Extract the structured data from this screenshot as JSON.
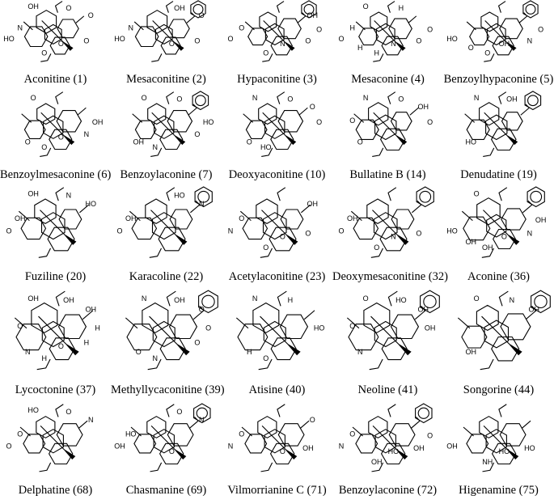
{
  "compounds": [
    {
      "label": "Aconitine (1)",
      "atoms": [
        "OH",
        "O",
        "O",
        "N",
        "HO",
        "O",
        "O",
        "O"
      ]
    },
    {
      "label": "Mesaconitine (2)",
      "atoms": [
        "OH",
        "O",
        "N",
        "HO",
        "O",
        "O"
      ]
    },
    {
      "label": "Hypaconitine (3)",
      "atoms": [
        "OH",
        "O",
        "O",
        "N",
        "O",
        "O",
        "O"
      ]
    },
    {
      "label": "Mesaconine (4)",
      "atoms": [
        "H",
        "O",
        "N",
        "O",
        "H",
        "O",
        "H",
        "O",
        "H"
      ]
    },
    {
      "label": "Benzoylhypaconine (5)",
      "atoms": [
        "HO",
        "OH",
        "N",
        "O",
        "O",
        "O"
      ]
    },
    {
      "label": "Benzoylmesaconine (6)",
      "atoms": [
        "O",
        "N",
        "O",
        "OH",
        "O",
        "O"
      ]
    },
    {
      "label": "Benzoylaconine (7)",
      "atoms": [
        "O",
        "N",
        "HO",
        "OH",
        "O",
        "O"
      ]
    },
    {
      "label": "Deoxyaconitine (10)",
      "atoms": [
        "HO",
        "O",
        "O",
        "N",
        "O",
        "O"
      ]
    },
    {
      "label": "Bullatine B (14)",
      "atoms": [
        "O",
        "O",
        "N",
        "O",
        "OH",
        "O"
      ]
    },
    {
      "label": "Denudatine (19)",
      "atoms": [
        "HO",
        "N",
        "OH"
      ]
    },
    {
      "label": "Fuziline (20)",
      "atoms": [
        "OH",
        "N",
        "HO",
        "OH",
        "O"
      ]
    },
    {
      "label": "Karacoline (22)",
      "atoms": [
        "HO",
        "N",
        "OH",
        "O"
      ]
    },
    {
      "label": "Acetylaconitine (23)",
      "atoms": [
        "OH",
        "O",
        "N",
        "O",
        "O",
        "O"
      ]
    },
    {
      "label": "Deoxymesaconitine (32)",
      "atoms": [
        "OH",
        "O",
        "N",
        "O",
        "O"
      ]
    },
    {
      "label": "Aconine (36)",
      "atoms": [
        "HO",
        "O",
        "N",
        "OH",
        "OH",
        "OH",
        "O"
      ]
    },
    {
      "label": "Lycoctonine (37)",
      "atoms": [
        "O",
        "H",
        "H",
        "H",
        "N",
        "OH",
        "OH",
        "OH",
        "O"
      ]
    },
    {
      "label": "Methyllycaconitine (39)",
      "atoms": [
        "O",
        "N",
        "O",
        "O",
        "N",
        "OH",
        "O"
      ]
    },
    {
      "label": "Atisine (40)",
      "atoms": [
        "O",
        "HO",
        "H",
        "N",
        "H"
      ]
    },
    {
      "label": "Neoline (41)",
      "atoms": [
        "OH",
        "N",
        "O",
        "HO",
        "OH",
        "O"
      ]
    },
    {
      "label": "Songorine (44)",
      "atoms": [
        "OH",
        "O",
        "N",
        "OH"
      ]
    },
    {
      "label": "Delphatine (68)",
      "atoms": [
        "HO",
        "O",
        "N",
        "O",
        "O"
      ]
    },
    {
      "label": "Chasmanine (69)",
      "atoms": [
        "O",
        "N",
        "HO",
        "OH",
        "O"
      ]
    },
    {
      "label": "Vilmorrianine C (71)",
      "atoms": [
        "O",
        "O",
        "N",
        "O",
        "OH"
      ]
    },
    {
      "label": "Benzoylaconine (72)",
      "atoms": [
        "O",
        "N",
        "HO",
        "OH",
        "OH",
        "O"
      ]
    },
    {
      "label": "Higenamine (75)",
      "atoms": [
        "OH",
        "HO",
        "HO",
        "NH"
      ]
    }
  ]
}
